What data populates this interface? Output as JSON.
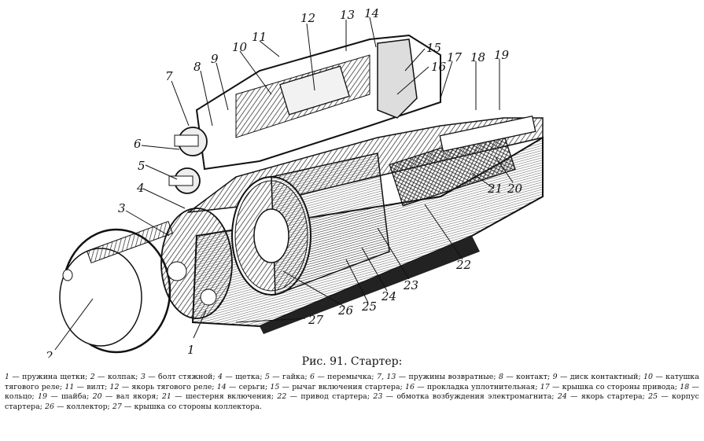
{
  "figure": {
    "callouts": [
      "1",
      "2",
      "3",
      "4",
      "5",
      "6",
      "7",
      "8",
      "9",
      "10",
      "11",
      "12",
      "13",
      "14",
      "15",
      "16",
      "17",
      "18",
      "19",
      "20",
      "21",
      "22",
      "23",
      "24",
      "25",
      "26",
      "27"
    ]
  },
  "caption": {
    "title": "Рис. 91. Стартер:",
    "legend": [
      {
        "num": "1",
        "text": "пружина щетки"
      },
      {
        "num": "2",
        "text": "колпак"
      },
      {
        "num": "3",
        "text": "болт стяжной"
      },
      {
        "num": "4",
        "text": "щетка"
      },
      {
        "num": "5",
        "text": "гайка"
      },
      {
        "num": "6",
        "text": "перемычка"
      },
      {
        "num": "7, 13",
        "text": "пружины возвратные"
      },
      {
        "num": "8",
        "text": "контакт"
      },
      {
        "num": "9",
        "text": "диск контактный"
      },
      {
        "num": "10",
        "text": "катушка тягового реле"
      },
      {
        "num": "11",
        "text": "вилт"
      },
      {
        "num": "12",
        "text": "якорь тягового реле"
      },
      {
        "num": "14",
        "text": "серьги"
      },
      {
        "num": "15",
        "text": "рычаг включения стартера"
      },
      {
        "num": "16",
        "text": "прокладка уплотнительная"
      },
      {
        "num": "17",
        "text": "крышка со стороны привода"
      },
      {
        "num": "18",
        "text": "кольцо"
      },
      {
        "num": "19",
        "text": "шайба"
      },
      {
        "num": "20",
        "text": "вал якоря"
      },
      {
        "num": "21",
        "text": "шестерня включения"
      },
      {
        "num": "22",
        "text": "привод стартера"
      },
      {
        "num": "23",
        "text": "обмотка возбуждения электромагнита"
      },
      {
        "num": "24",
        "text": "якорь стартера"
      },
      {
        "num": "25",
        "text": "корпус стартера"
      },
      {
        "num": "26",
        "text": "коллектор"
      },
      {
        "num": "27",
        "text": "крышка со стороны коллектора"
      }
    ]
  }
}
